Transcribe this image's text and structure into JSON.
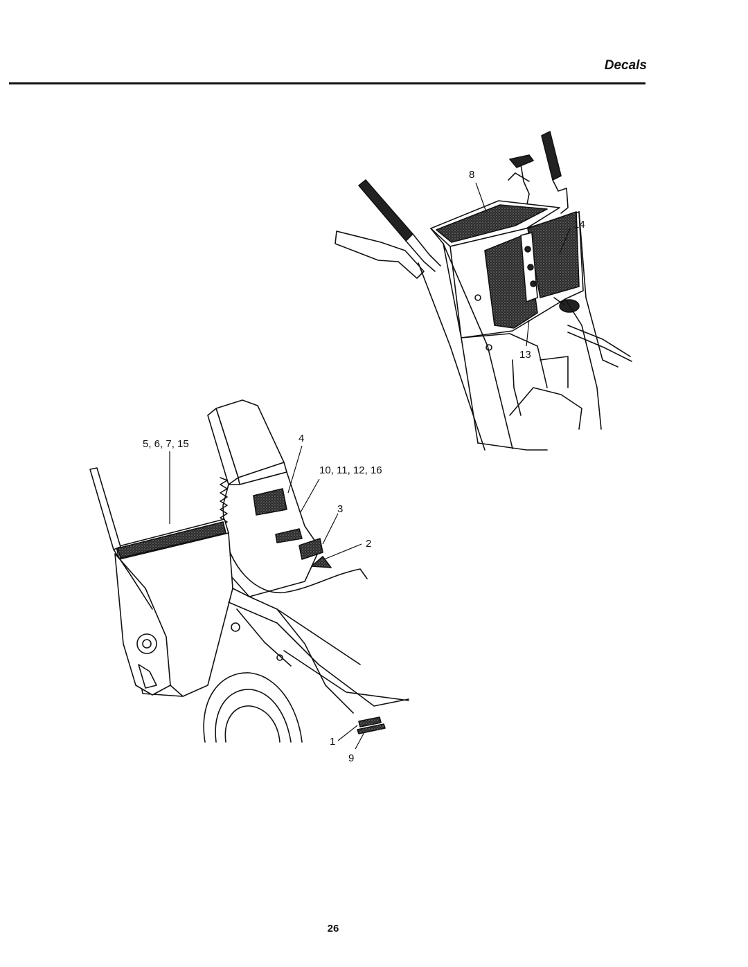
{
  "header": {
    "section_title": "Decals"
  },
  "callouts": {
    "c1": "1",
    "c2": "2",
    "c3": "3",
    "c4": "4",
    "c5": "5, 6, 7, 15",
    "c8": "8",
    "c9": "9",
    "c10": "10, 11, 12, 16",
    "c13": "13",
    "c14": "14"
  },
  "footer": {
    "page_number": "26"
  },
  "colors": {
    "ink": "#111111",
    "paper": "#ffffff",
    "decal_fill": "#333333"
  }
}
